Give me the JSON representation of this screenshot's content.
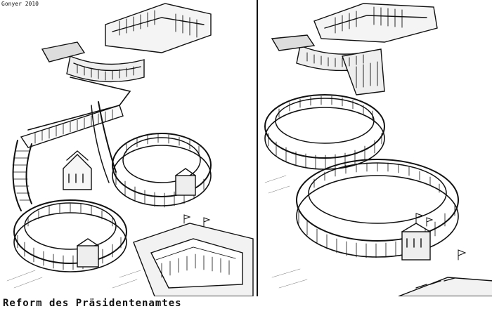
{
  "cartoon": {
    "caption": "Reform des Präsidentenamtes",
    "signature": "Gonyer 2010"
  },
  "colors": {
    "ink": "#111111",
    "paper": "#ffffff"
  },
  "panels": [
    {
      "name": "panel-left",
      "depicted_number": "6"
    },
    {
      "name": "panel-right",
      "depicted_number": "8"
    }
  ]
}
